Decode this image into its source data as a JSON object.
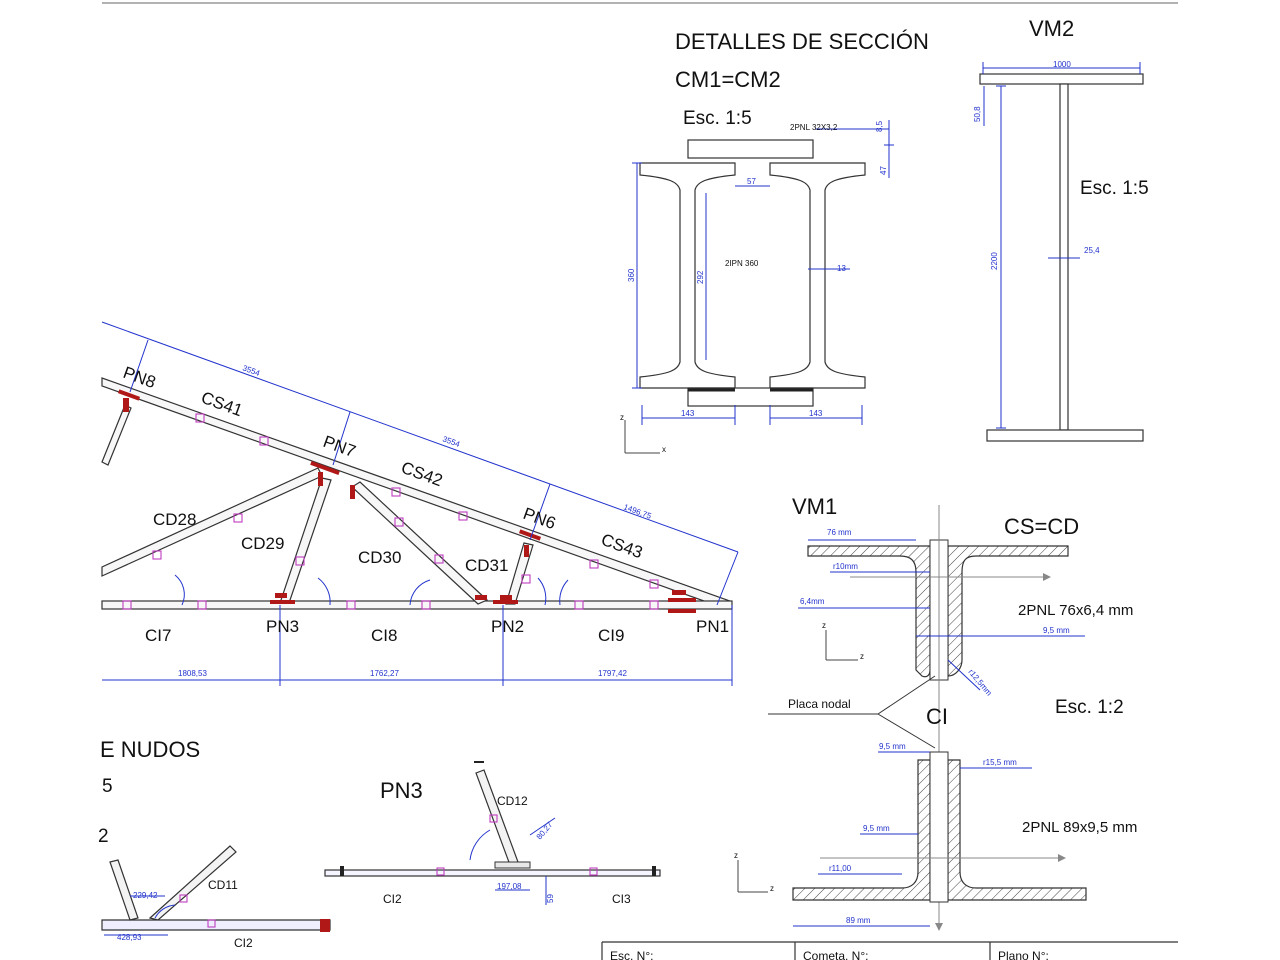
{
  "colors": {
    "line": "#333333",
    "dimension": "#2233cc",
    "node_marker": "#c03cc0",
    "plate": "#b01818"
  },
  "titles": {
    "section_details": "DETALLES DE SECCIÓN",
    "cm": "CM1=CM2",
    "vm2": "VM2",
    "vm1": "VM1",
    "cs_cd": "CS=CD",
    "ci": "CI",
    "node_details": "E NUDOS",
    "node_scale_frag": "5",
    "node_num_frag": "2",
    "pn3_detail": "PN3"
  },
  "scales": {
    "cm": "Esc. 1:5",
    "vm2": "Esc. 1:5",
    "vm1": "Esc. 1:2"
  },
  "cm_section": {
    "plate_label": "2PNL 32X3,2",
    "profile_label": "2IPN 360",
    "dims": [
      "8,5",
      "47",
      "57",
      "360",
      "292",
      "13",
      "143",
      "143"
    ]
  },
  "vm2_section": {
    "dims": [
      "1000",
      "50,8",
      "2200",
      "25,4"
    ]
  },
  "vm1_section": {
    "profile": "2PNL 76x6,4 mm",
    "dims": [
      "76 mm",
      "r10mm",
      "6,4mm",
      "9,5 mm",
      "r12,5mm"
    ],
    "plate_note": "Placa nodal"
  },
  "ci_section": {
    "profile": "2PNL 89x9,5 mm",
    "dims": [
      "9,5 mm",
      "r15,5 mm",
      "9,5 mm",
      "r11,00",
      "89 mm"
    ]
  },
  "truss": {
    "nodes": [
      "PN8",
      "PN7",
      "PN6",
      "PN3",
      "PN2",
      "PN1"
    ],
    "top_chords": [
      "CS41",
      "CS42",
      "CS43"
    ],
    "diagonals": [
      "CD28",
      "CD29",
      "CD30",
      "CD31"
    ],
    "bottom_chords": [
      "CI7",
      "CI8",
      "CI9"
    ],
    "span_dims": [
      "1808,53",
      "1762,27",
      "1797,42"
    ],
    "top_dims": [
      "3554",
      "3554",
      "1496,75"
    ]
  },
  "node_detail_pn3": {
    "members": [
      "CD12",
      "CI2",
      "CI3"
    ],
    "dims": [
      "80,27",
      "197,08",
      "59"
    ]
  },
  "node_detail_pn2": {
    "members": [
      "CD11",
      "CI2"
    ],
    "dims": [
      "229,42",
      "428,93"
    ]
  },
  "title_block": {
    "fields": [
      "Esc. N°:",
      "Cometa. N°:",
      "Plano N°:"
    ]
  }
}
